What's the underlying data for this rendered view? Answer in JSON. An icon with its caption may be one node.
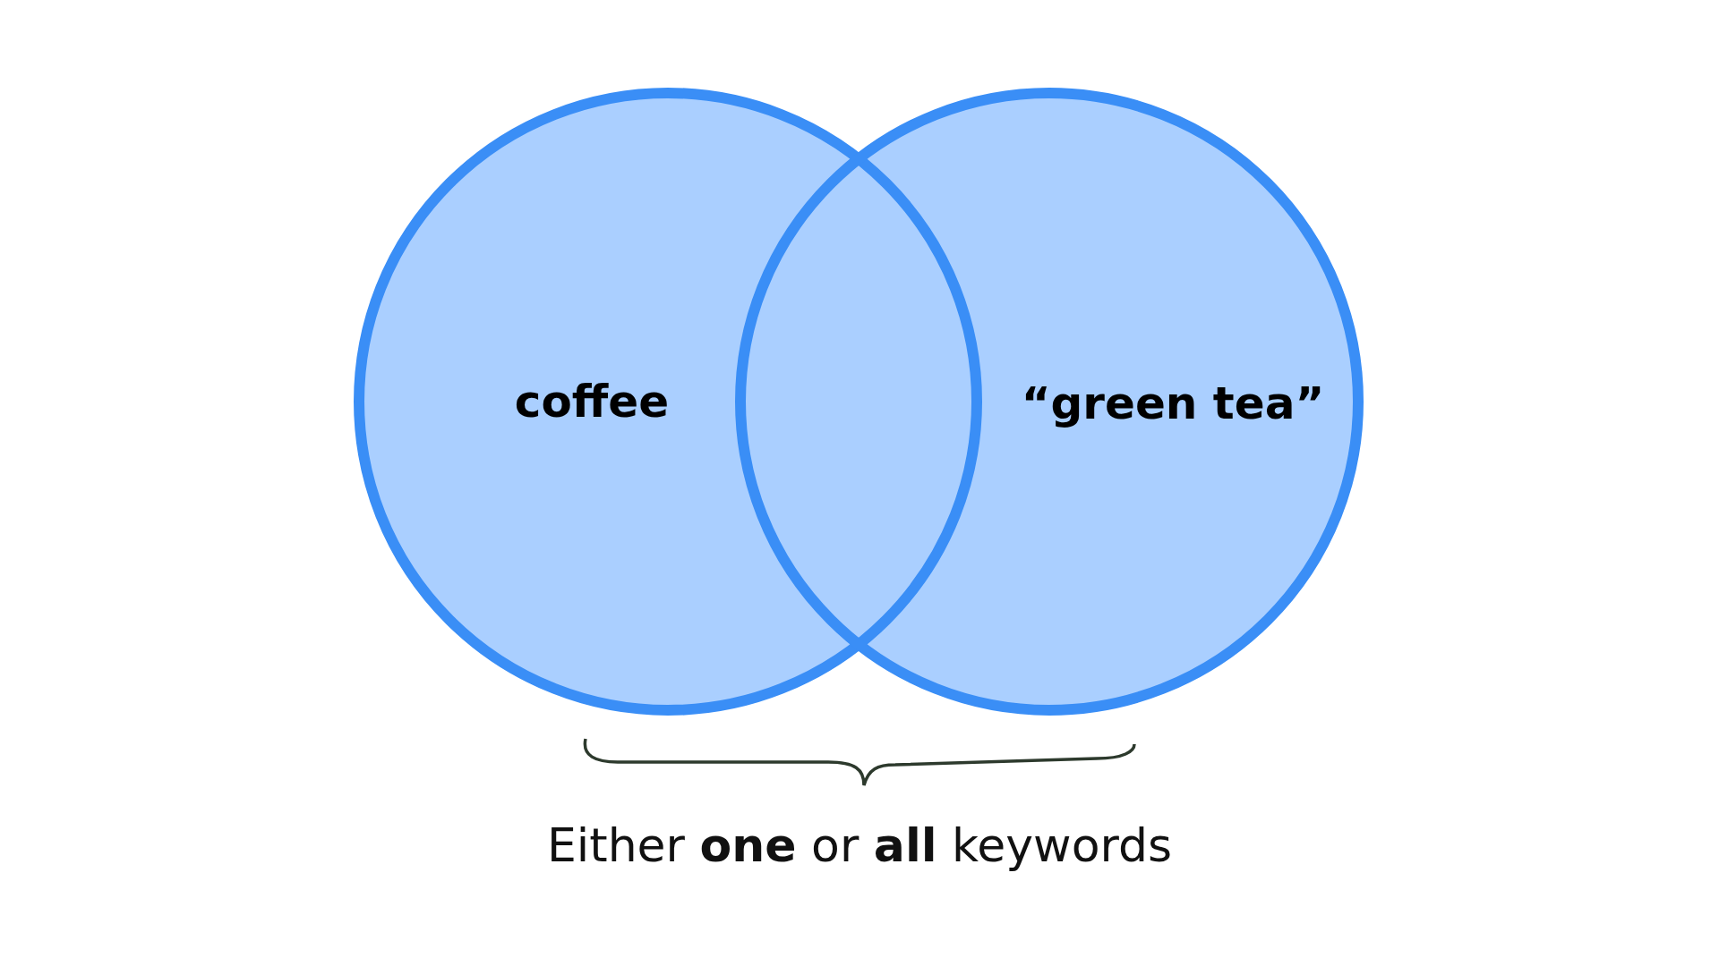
{
  "diagram": {
    "nodes": [
      {
        "text": [
          "coffee"
        ]
      },
      {
        "text": [
          "“green tea”"
        ]
      }
    ],
    "labels": [
      "Either **one** or **all** keywords"
    ]
  }
}
